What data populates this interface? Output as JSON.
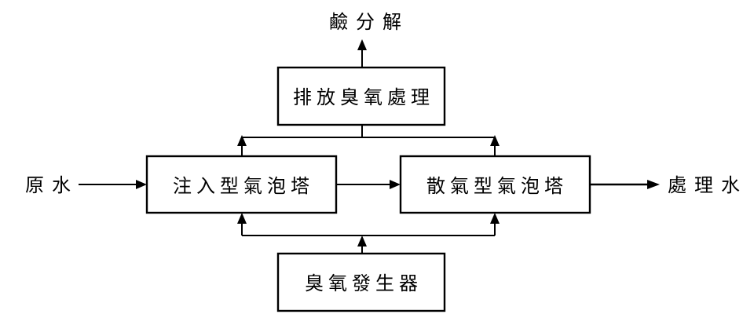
{
  "boxes": {
    "exhaust_treatment": "排放臭氧處理",
    "injection_tower": "注入型氣泡塔",
    "diffusion_tower": "散氣型氣泡塔",
    "ozone_generator": "臭氧發生器"
  },
  "terminals": {
    "decomposition": "鹼分解",
    "raw_water": "原水",
    "treated_water": "處理水"
  }
}
